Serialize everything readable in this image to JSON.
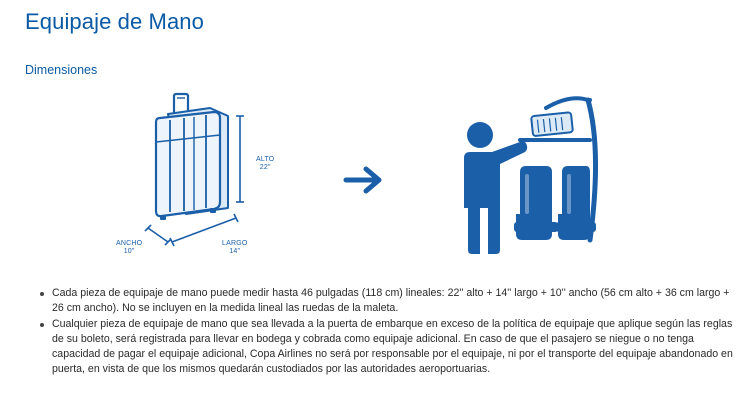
{
  "page": {
    "title": "Equipaje de Mano"
  },
  "section": {
    "title": "Dimensiones"
  },
  "dimensions": {
    "height_label": "ALTO",
    "height_value": "22\"",
    "width_label": "ANCHO",
    "width_value": "10\"",
    "length_label": "LARGO",
    "length_value": "14\""
  },
  "icons": {
    "suitcase": "suitcase-icon",
    "arrow": "arrow-right-icon",
    "overhead": "overhead-bin-passenger-icon"
  },
  "colors": {
    "brand_blue": "#0b5aa6",
    "illustration_blue": "#1a5fa8",
    "illustration_light": "#dce9f6"
  },
  "bullets": [
    "Cada pieza de equipaje de mano puede medir hasta 46 pulgadas (118 cm) lineales: 22'' alto + 14'' largo + 10'' ancho (56 cm alto + 36 cm largo + 26 cm ancho). No se incluyen en la medida lineal las ruedas de la maleta.",
    "Cualquier pieza de equipaje de mano que sea llevada a la puerta de embarque en exceso de la política de equipaje que aplique según las reglas de su boleto, será registrada para llevar en bodega y cobrada como equipaje adicional. En caso de que el pasajero se niegue o no tenga capacidad de pagar el equipaje adicional, Copa Airlines no será por responsable por el equipaje, ni por el transporte del equipaje abandonado en puerta, en vista de que los mismos quedarán custodiados por las autoridades aeroportuarias."
  ]
}
